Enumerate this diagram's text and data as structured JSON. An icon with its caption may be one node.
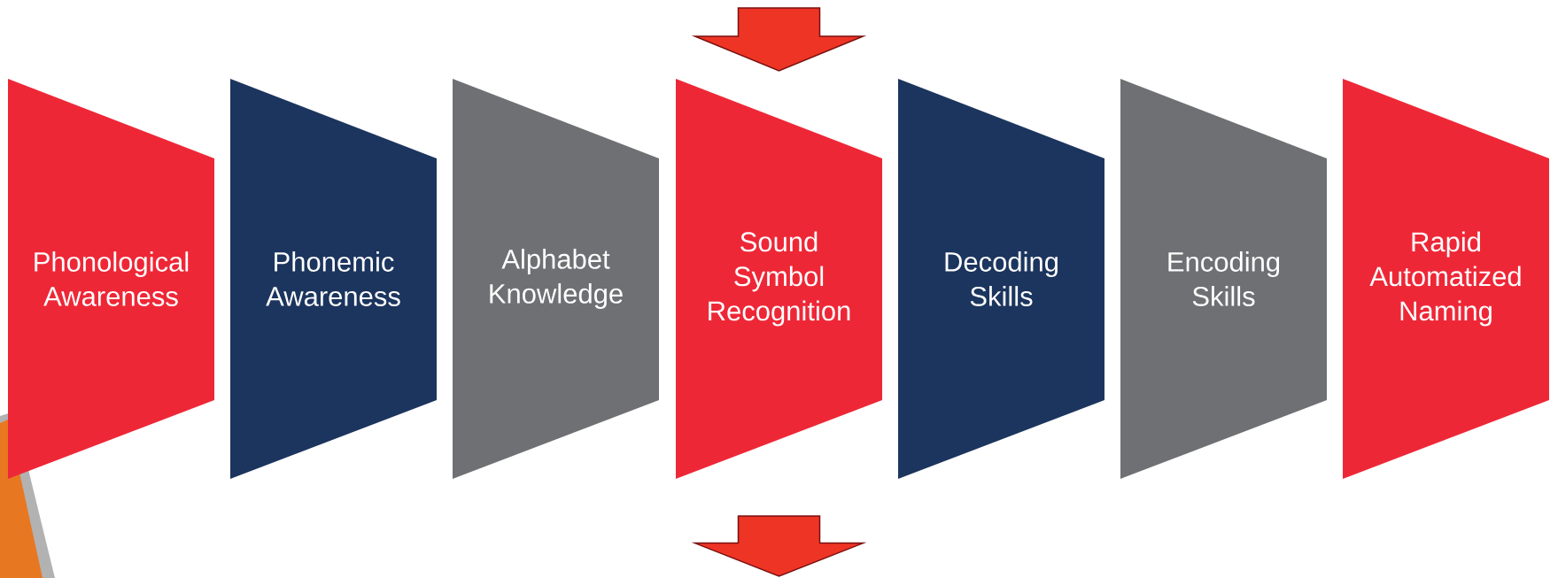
{
  "diagram": {
    "nodes": [
      {
        "text": [
          "Phonological Awareness"
        ]
      },
      {
        "text": [
          "Phonemic Awareness"
        ]
      },
      {
        "text": [
          "Alphabet Knowledge"
        ]
      },
      {
        "text": [
          "Sound Symbol Recognition"
        ]
      },
      {
        "text": [
          "Decoding Skills"
        ]
      },
      {
        "text": [
          "Encoding Skills"
        ]
      },
      {
        "text": [
          "Rapid Automatized Naming"
        ]
      }
    ],
    "edges": [
      {
        "from": null,
        "to": 3,
        "arrow": "to"
      },
      {
        "from": 3,
        "to": null,
        "arrow": "to"
      }
    ]
  }
}
